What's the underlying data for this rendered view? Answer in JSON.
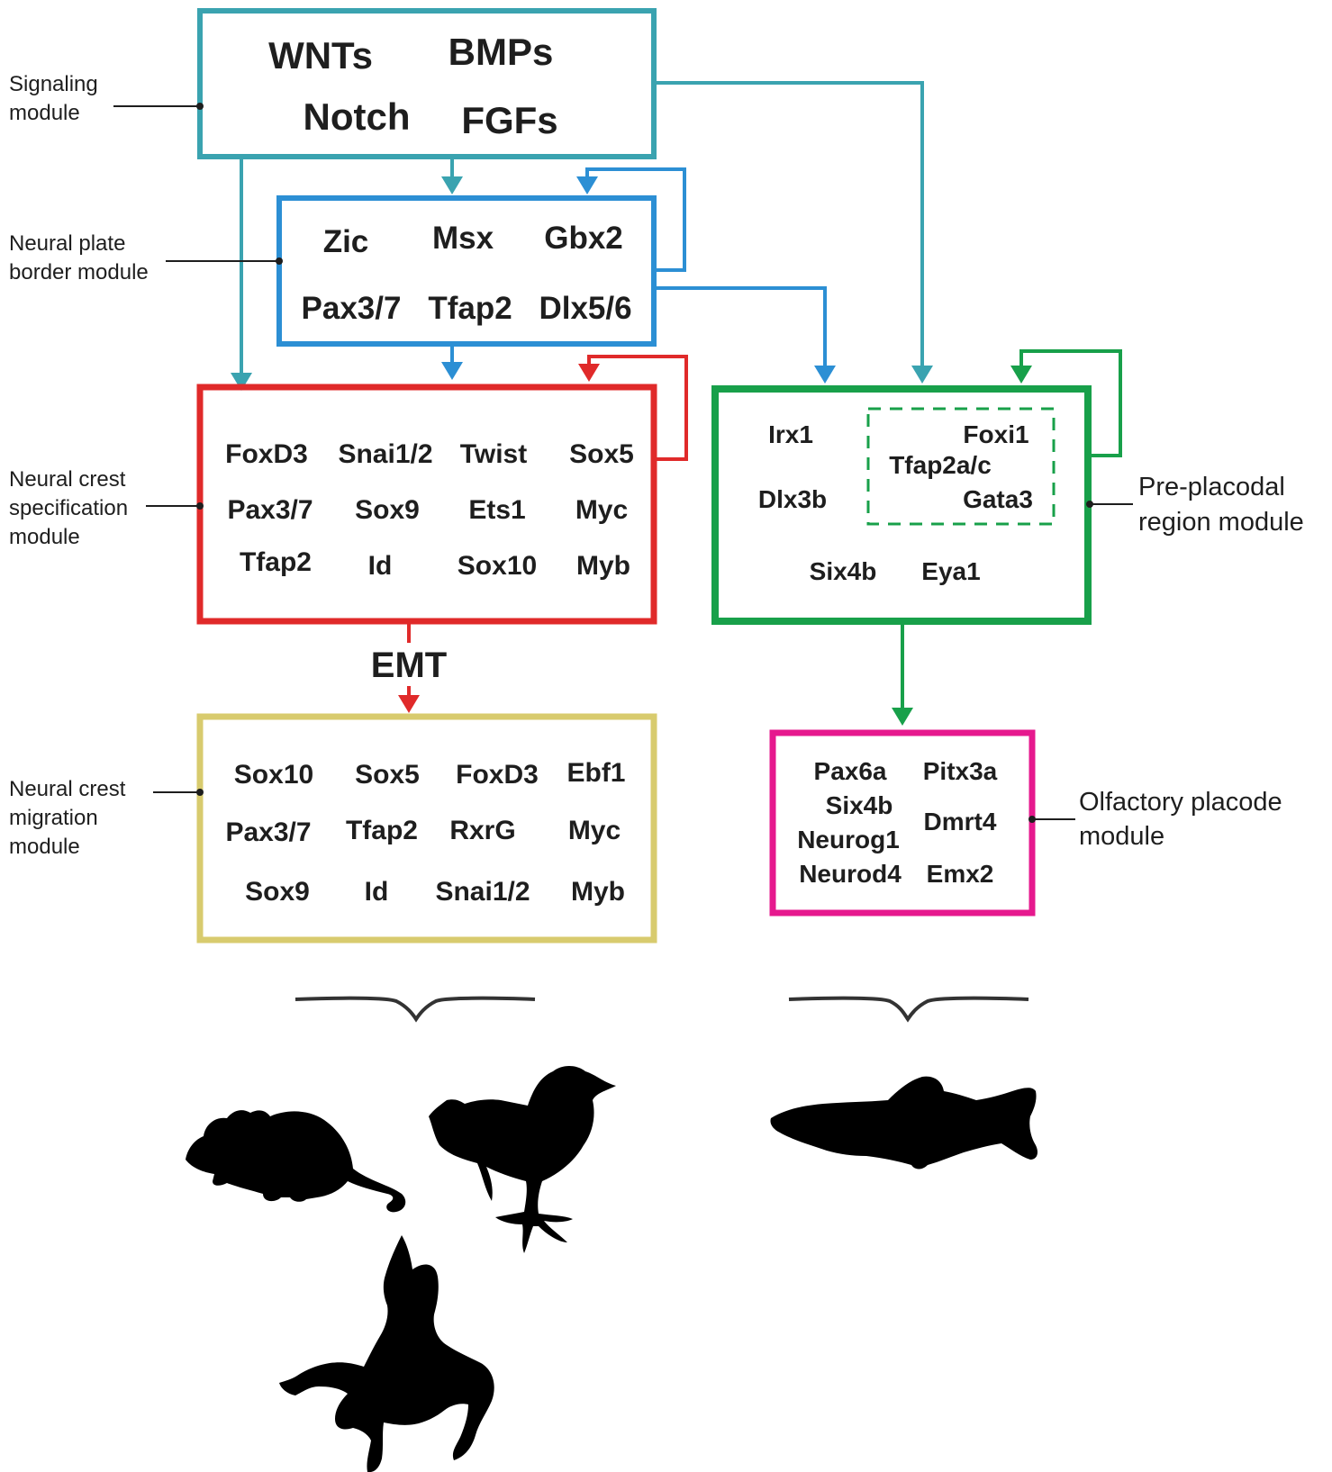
{
  "modules": {
    "signaling": {
      "label": [
        "Signaling",
        "module"
      ],
      "genes": [
        "WNTs",
        "BMPs",
        "Notch",
        "FGFs"
      ],
      "color": "#3aa3b0"
    },
    "neural_plate_border": {
      "label": [
        "Neural plate",
        "border module"
      ],
      "genes": [
        "Zic",
        "Msx",
        "Gbx2",
        "Pax3/7",
        "Tfap2",
        "Dlx5/6"
      ],
      "color": "#2c8fd4"
    },
    "neural_crest_specification": {
      "label": [
        "Neural crest",
        "specification",
        "module"
      ],
      "genes": [
        "FoxD3",
        "Snai1/2",
        "Twist",
        "Sox5",
        "Pax3/7",
        "Sox9",
        "Ets1",
        "Myc",
        "Tfap2",
        "Id",
        "Sox10",
        "Myb"
      ],
      "color": "#e02a2a"
    },
    "emt": {
      "label": "EMT"
    },
    "neural_crest_migration": {
      "label": [
        "Neural crest",
        "migration",
        "module"
      ],
      "genes": [
        "Sox10",
        "Sox5",
        "FoxD3",
        "Ebf1",
        "Pax3/7",
        "Tfap2",
        "RxrG",
        "Myc",
        "Sox9",
        "Id",
        "Snai1/2",
        "Myb"
      ],
      "color": "#d8cb6e"
    },
    "pre_placodal": {
      "label": [
        "Pre-placodal",
        "region module"
      ],
      "genes": [
        "Irx1",
        "Foxi1",
        "Tfap2a/c",
        "Dlx3b",
        "Gata3",
        "Six4b",
        "Eya1"
      ],
      "color": "#18a04a"
    },
    "olfactory_placode": {
      "label": [
        "Olfactory placode",
        "module"
      ],
      "genes": [
        "Pax6a",
        "Pitx3a",
        "Six4b",
        "Dmrt4",
        "Neurog1",
        "Neurod4",
        "Emx2"
      ],
      "color": "#e6198e"
    }
  },
  "organisms": {
    "left_group": [
      "mouse-silhouette",
      "chick-silhouette",
      "frog-silhouette"
    ],
    "right_group": [
      "zebrafish-silhouette"
    ]
  }
}
